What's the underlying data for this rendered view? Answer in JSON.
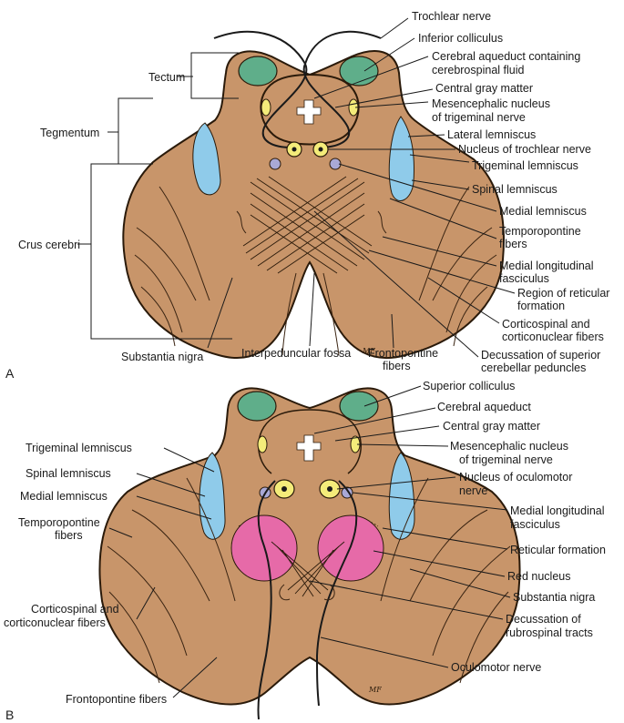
{
  "panel_a": {
    "letter": "A",
    "signature": "MF",
    "labels": {
      "trochlear_nerve": "Trochlear nerve",
      "inferior_colliculus": "Inferior colliculus",
      "cerebral_aqueduct_1": "Cerebral aqueduct containing",
      "cerebral_aqueduct_2": "cerebrospinal fluid",
      "central_gray": "Central gray matter",
      "mesencephalic_1": "Mesencephalic nucleus",
      "mesencephalic_2": "of trigeminal nerve",
      "lateral_lemniscus": "Lateral lemniscus",
      "nucleus_trochlear": "Nucleus of trochlear nerve",
      "trigeminal_lemniscus": "Trigeminal lemniscus",
      "spinal_lemniscus": "Spinal lemniscus",
      "medial_lemniscus": "Medial lemniscus",
      "temporopontine_1": "Temporopontine",
      "temporopontine_2": "fibers",
      "mlf_1": "Medial longitudinal",
      "mlf_2": "fasciculus",
      "reticular_1": "Region of reticular",
      "reticular_2": "formation",
      "corticospinal_1": "Corticospinal and",
      "corticospinal_2": "corticonuclear fibers",
      "decussation_1": "Decussation of superior",
      "decussation_2": "cerebellar peduncles",
      "tectum": "Tectum",
      "tegmentum": "Tegmentum",
      "crus_cerebri": "Crus cerebri",
      "substantia_nigra": "Substantia nigra",
      "interpeduncular_fossa": "Interpeduncular fossa",
      "frontopontine_1": "Frontopontine",
      "frontopontine_2": "fibers"
    }
  },
  "panel_b": {
    "letter": "B",
    "signature": "MF",
    "labels": {
      "superior_colliculus": "Superior colliculus",
      "cerebral_aqueduct": "Cerebral aqueduct",
      "central_gray": "Central gray matter",
      "mesencephalic_1": "Mesencephalic nucleus",
      "mesencephalic_2": "of trigeminal nerve",
      "oculomotor_nucleus_1": "Nucleus of oculomotor",
      "oculomotor_nucleus_2": "nerve",
      "mlf_1": "Medial longitudinal",
      "mlf_2": "fasciculus",
      "reticular_formation": "Reticular formation",
      "red_nucleus": "Red nucleus",
      "substantia_nigra": "Substantia nigra",
      "decussation_1": "Decussation of",
      "decussation_2": "rubrospinal tracts",
      "oculomotor_nerve": "Oculomotor nerve",
      "trigeminal_lemniscus": "Trigeminal lemniscus",
      "spinal_lemniscus": "Spinal lemniscus",
      "medial_lemniscus": "Medial lemniscus",
      "temporopontine_1": "Temporopontine",
      "temporopontine_2": "fibers",
      "corticospinal_1": "Corticospinal and",
      "corticospinal_2": "corticonuclear fibers",
      "frontopontine": "Frontopontine fibers"
    }
  },
  "colors": {
    "tissue": "#c8956a",
    "colliculus": "#5fae8a",
    "lemniscus": "#8fcbea",
    "nucleus": "#f4ec7a",
    "mlf": "#a9a9d6",
    "red_nucleus": "#e66aa8",
    "outline": "#2a1a0a"
  }
}
